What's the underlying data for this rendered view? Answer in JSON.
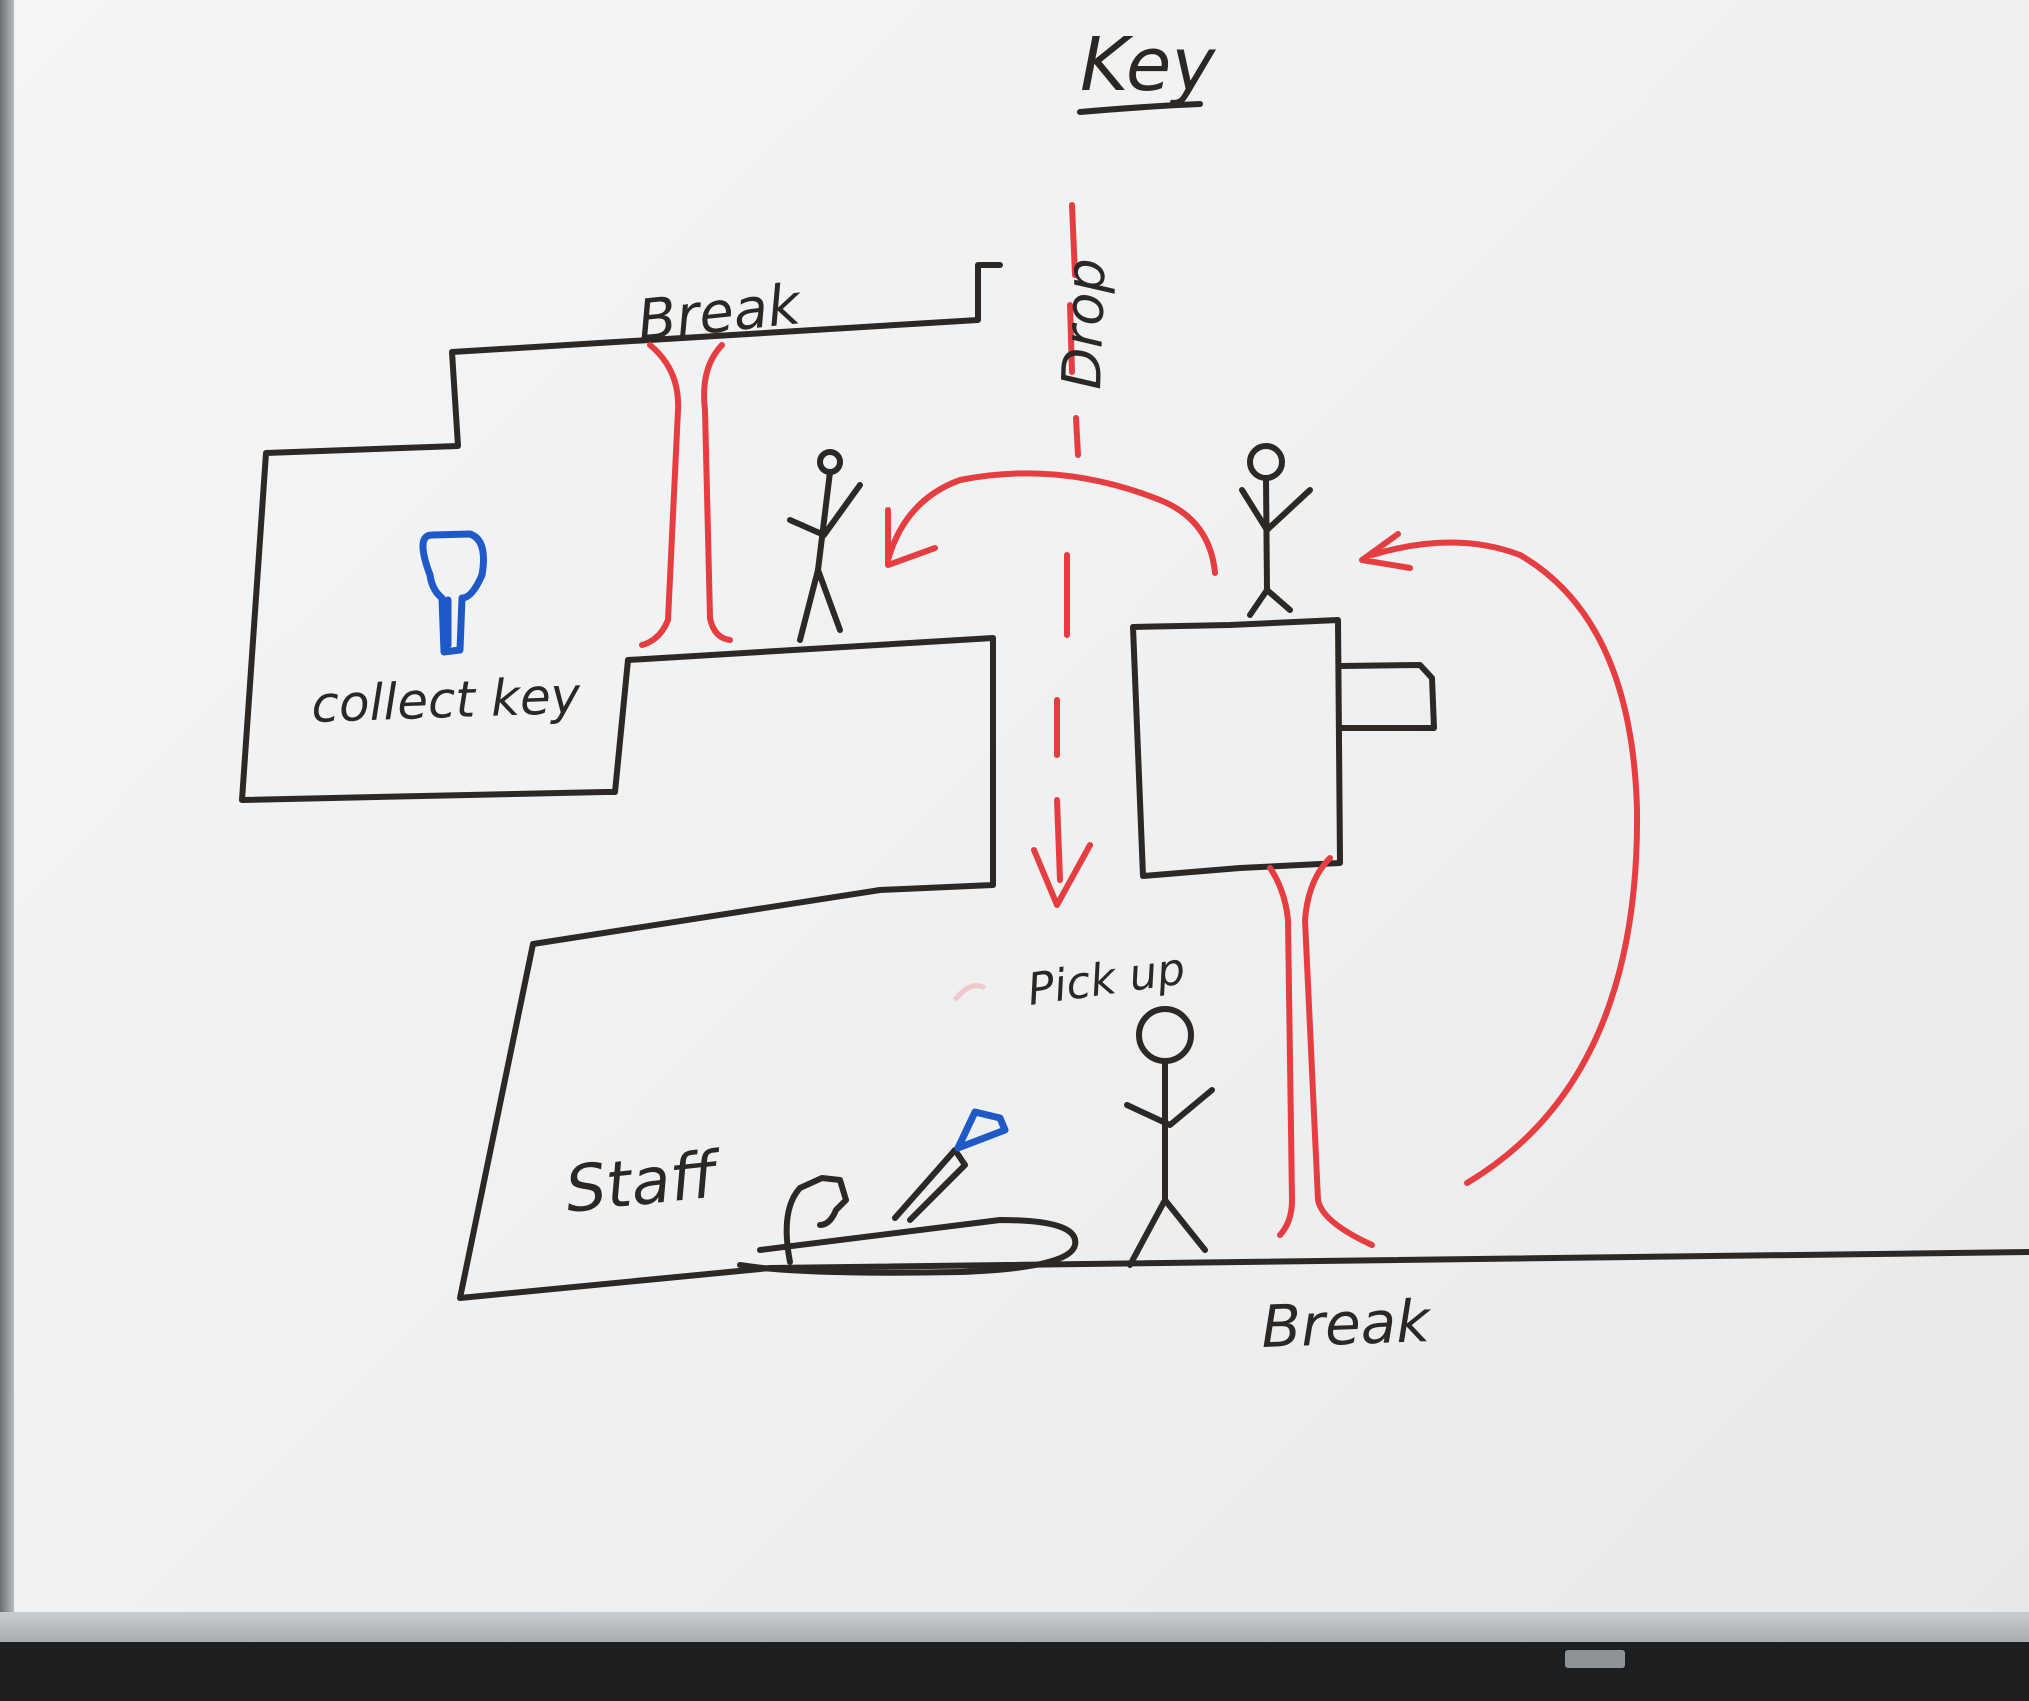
{
  "labels": {
    "title": "Key",
    "break_top": "Break",
    "drop": "Drop",
    "collect_key": "collect key",
    "pick_up": "Pick up",
    "staff": "Staff",
    "break_bottom": "Break"
  },
  "colors": {
    "board": "#f0f1f2",
    "black_marker": "#2c2826",
    "red_marker": "#e53d40",
    "blue_marker": "#1f59c8"
  }
}
